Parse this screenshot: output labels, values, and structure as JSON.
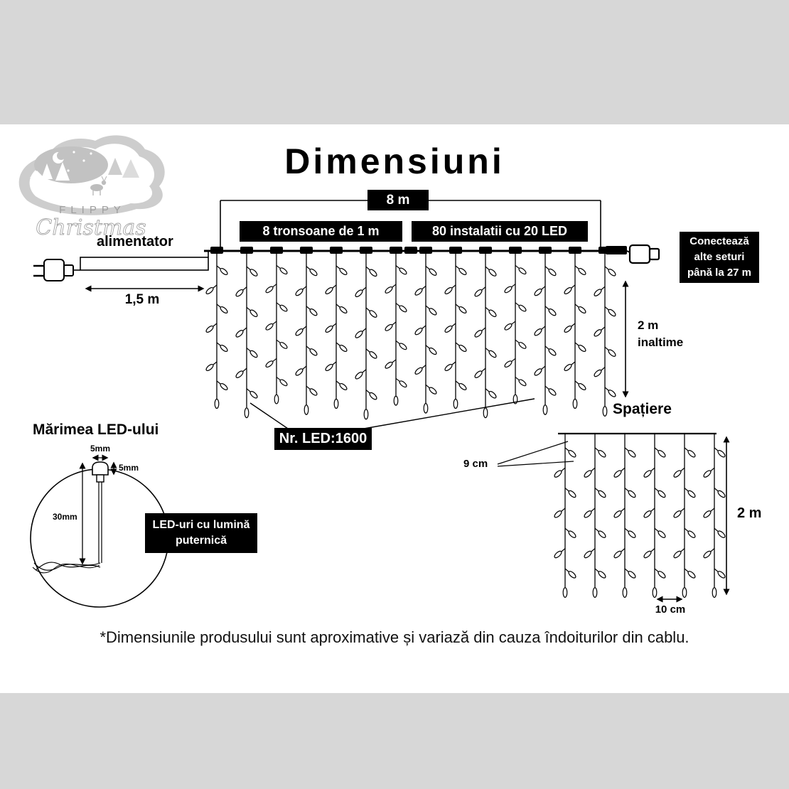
{
  "title": "Dimensiuni",
  "logo": {
    "line1": "FLIPPY",
    "line2": "Christmas"
  },
  "main": {
    "total_width": "8 m",
    "sections": "8 tronsoane de 1 m",
    "installations": "80 instalatii cu 20 LED",
    "power": "alimentator",
    "lead_length": "1,5 m",
    "connect_note": "Conectează\nalte seturi\npână la 27 m",
    "height_label": "2 m\ninaltime",
    "led_count": "Nr. LED:1600"
  },
  "led_size": {
    "title": "Mărimea LED-ului",
    "bulb_width": "5mm",
    "cap_height": "5mm",
    "total_length": "30mm",
    "note": "LED-uri cu lumină\nputernică"
  },
  "spacing": {
    "title": "Spațiere",
    "vertical_gap": "9 cm",
    "height": "2 m",
    "horizontal_gap": "10 cm"
  },
  "footer": "*Dimensiunile produsului sunt aproximative și variază din cauza îndoiturilor din cablu."
}
